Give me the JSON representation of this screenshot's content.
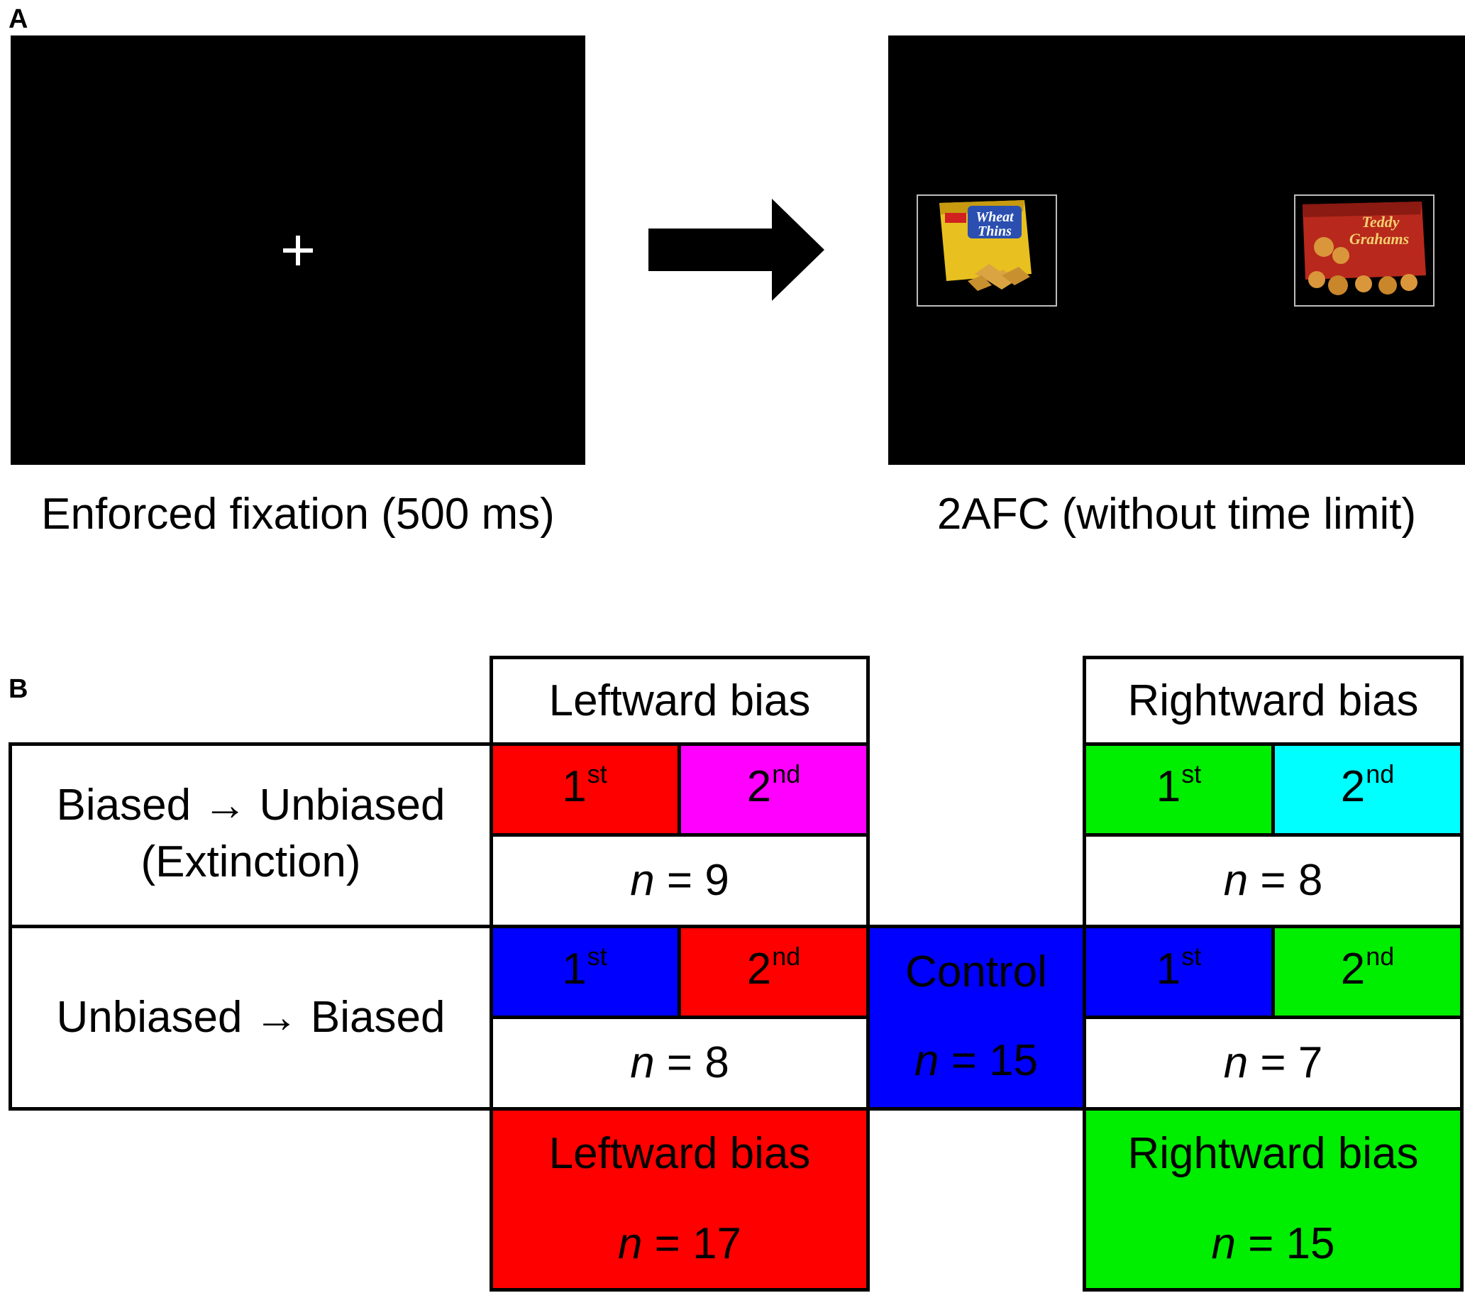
{
  "panel_a": {
    "label": "A",
    "left_caption": "Enforced fixation (500 ms)",
    "right_caption": "2AFC (without time limit)",
    "fixation_glyph": "+",
    "arrow_icon": "right-arrow-icon",
    "left_item": {
      "icon": "wheat-thins-bag-icon",
      "brand_text": "Wheat Thins",
      "colors": {
        "bag": "#e8c020",
        "crackers": "#d9a441"
      }
    },
    "right_item": {
      "icon": "teddy-grahams-bag-icon",
      "brand_text": "Teddy Grahams",
      "colors": {
        "bag": "#b8281c",
        "crackers": "#d9963a"
      }
    }
  },
  "panel_b": {
    "label": "B",
    "header_left": "Leftward bias",
    "header_right": "Rightward bias",
    "row1_label_line1": "Biased → Unbiased",
    "row1_label_line2": "(Extinction)",
    "row2_label": "Unbiased → Biased",
    "first_base": "1",
    "first_sup": "st",
    "second_base": "2",
    "second_sup": "nd",
    "n_symbol": "n",
    "row1_left_n": " = 9",
    "row1_right_n": " = 8",
    "row2_left_n": " = 8",
    "row2_right_n": " = 7",
    "control_label": "Control",
    "control_n": " = 15",
    "bottom_left_label": "Leftward bias",
    "bottom_left_n": " = 17",
    "bottom_right_label": "Rightward bias",
    "bottom_right_n": " = 15",
    "colors": {
      "red": "#ff0000",
      "magenta": "#ff00ff",
      "green": "#00ee00",
      "cyan": "#00ffff",
      "blue": "#0000ff"
    }
  }
}
